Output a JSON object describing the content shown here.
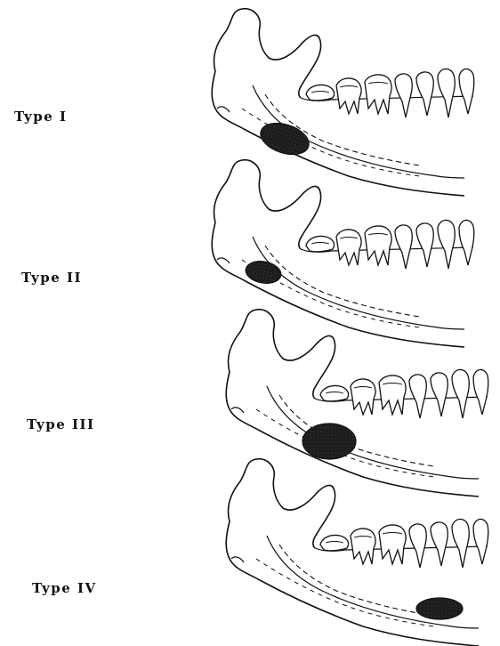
{
  "figure": {
    "panels": [
      {
        "label": "Type  I",
        "lesion_position": "between premolar and molar roots region near angle (large, oval)"
      },
      {
        "label": "Type  II",
        "lesion_position": "ramus near angle, small oval"
      },
      {
        "label": "Type  III",
        "lesion_position": "at molar region below roots, large round"
      },
      {
        "label": "Type  IV",
        "lesion_position": "anterior body near inferior border, below premolars"
      }
    ],
    "colors": {
      "outline": "#111111",
      "lesion_fill": "#1a1a1a",
      "background": "#ffffff"
    }
  }
}
